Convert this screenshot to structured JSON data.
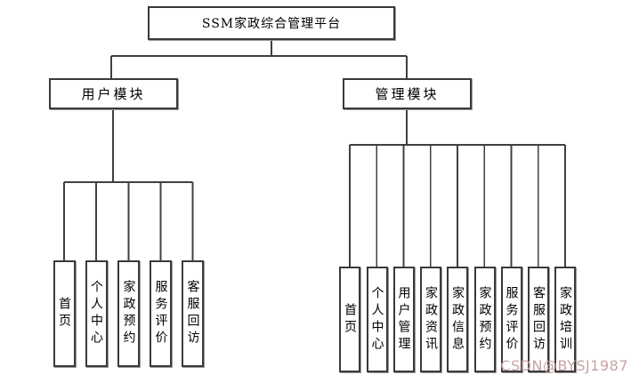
{
  "diagram": {
    "root": "SSM家政综合管理平台",
    "modules": [
      {
        "label": "用户模块",
        "children": [
          "首页",
          "个人中心",
          "家政预约",
          "服务评价",
          "客服回访"
        ]
      },
      {
        "label": "管理模块",
        "children": [
          "首页",
          "个人中心",
          "用户管理",
          "家政资讯",
          "家政信息",
          "家政预约",
          "服务评价",
          "客服回访",
          "家政培训"
        ]
      }
    ]
  },
  "watermark": "CSDN@BYSJ1987",
  "colors": {
    "line": "#404040",
    "box_border": "#3a3a3a",
    "box_fill": "#ffffff",
    "text": "#000000",
    "watermark": "#c9a3a3",
    "background": "#ffffff"
  }
}
